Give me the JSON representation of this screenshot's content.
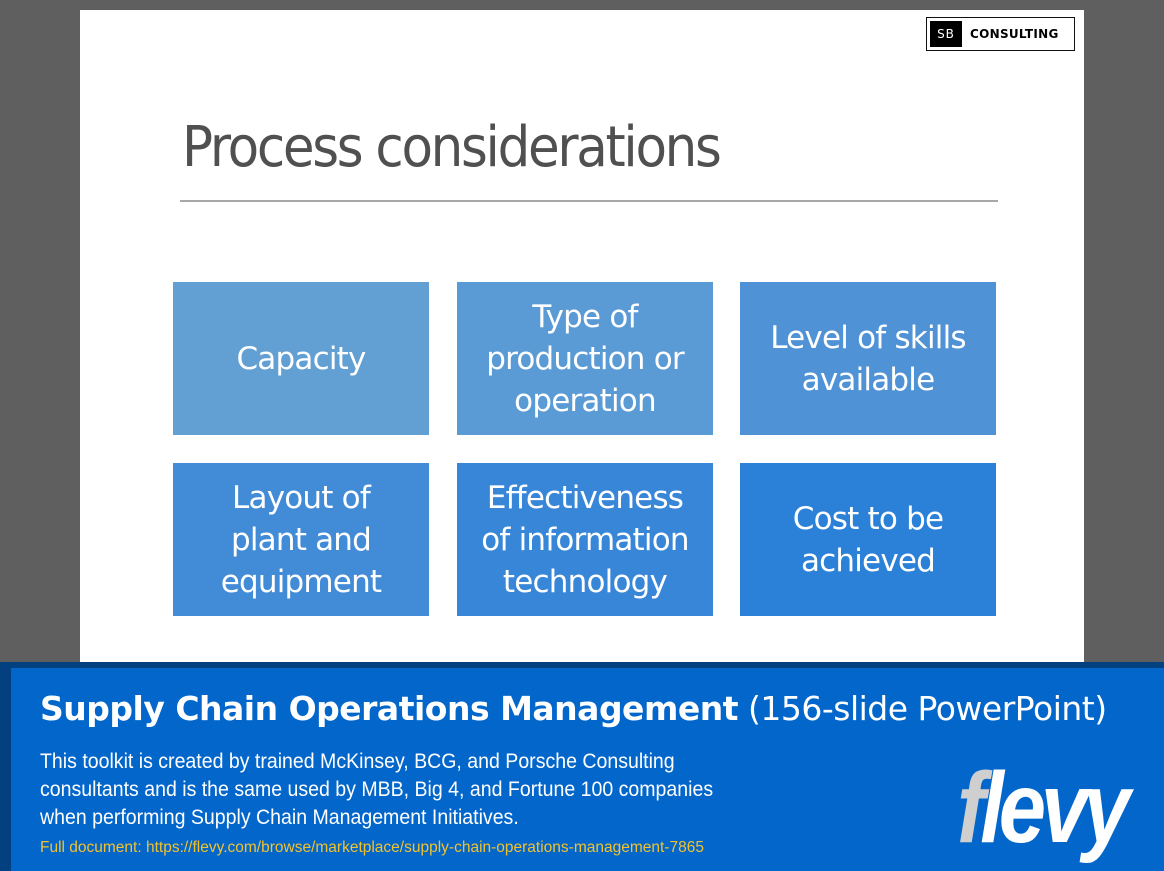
{
  "slide": {
    "logo": {
      "mark": "SB",
      "text": "CONSULTING"
    },
    "title": "Process considerations",
    "boxes": [
      {
        "lines": [
          "Capacity"
        ],
        "color": "#629fd3"
      },
      {
        "lines": [
          "Type of",
          "production or",
          "operation"
        ],
        "color": "#5b9bd5"
      },
      {
        "lines": [
          "Level of skills",
          "available"
        ],
        "color": "#4f93d6"
      },
      {
        "lines": [
          "Layout of",
          "plant and",
          "equipment"
        ],
        "color": "#428bd6"
      },
      {
        "lines": [
          "Effectiveness",
          "of information",
          "technology"
        ],
        "color": "#3886d7"
      },
      {
        "lines": [
          "Cost to be",
          "achieved"
        ],
        "color": "#2b80d8"
      }
    ]
  },
  "banner": {
    "title": "Supply Chain Operations Management",
    "subtitle": "(156-slide PowerPoint)",
    "description": "This toolkit is created by trained McKinsey, BCG, and Porsche Consulting consultants and is the same used by MBB, Big 4, and Fortune 100 companies when performing Supply Chain Management Initiatives.",
    "link": "Full document: https://flevy.com/browse/marketplace/supply-chain-operations-management-7865",
    "brand": {
      "first": "f",
      "rest": "levy"
    },
    "colors": {
      "background": "#0366cb",
      "border": "#03407f",
      "link": "#f2c22e"
    }
  }
}
